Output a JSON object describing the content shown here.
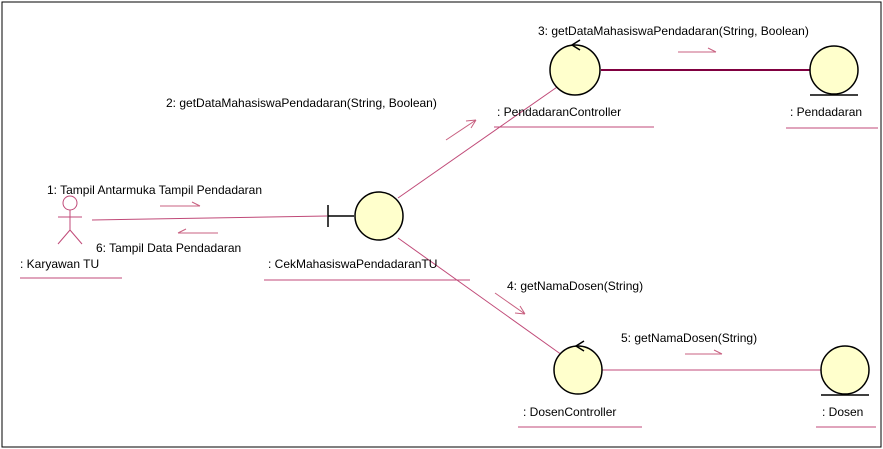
{
  "diagram": {
    "objects": {
      "karyawan": {
        "label": ": Karyawan TU",
        "kind": "actor"
      },
      "cek": {
        "label": ": CekMahasiswaPendadaranTU",
        "kind": "boundary"
      },
      "pendadaran_controller": {
        "label": ": PendadaranController",
        "kind": "control"
      },
      "pendadaran": {
        "label": ": Pendadaran",
        "kind": "entity"
      },
      "dosen_controller": {
        "label": ": DosenController",
        "kind": "control"
      },
      "dosen": {
        "label": ": Dosen",
        "kind": "entity"
      }
    },
    "messages": {
      "m1": "1: Tampil Antarmuka Tampil Pendadaran",
      "m2": "2: getDataMahasiswaPendadaran(String, Boolean)",
      "m3": "3: getDataMahasiswaPendadaran(String, Boolean)",
      "m4": "4: getNamaDosen(String)",
      "m5": "5: getNamaDosen(String)",
      "m6": "6: Tampil Data Pendadaran"
    },
    "colors": {
      "object_fill": "#ffffcc",
      "line": "#c04a78",
      "link_solid": "#800040",
      "arrow": "#c86080"
    }
  }
}
